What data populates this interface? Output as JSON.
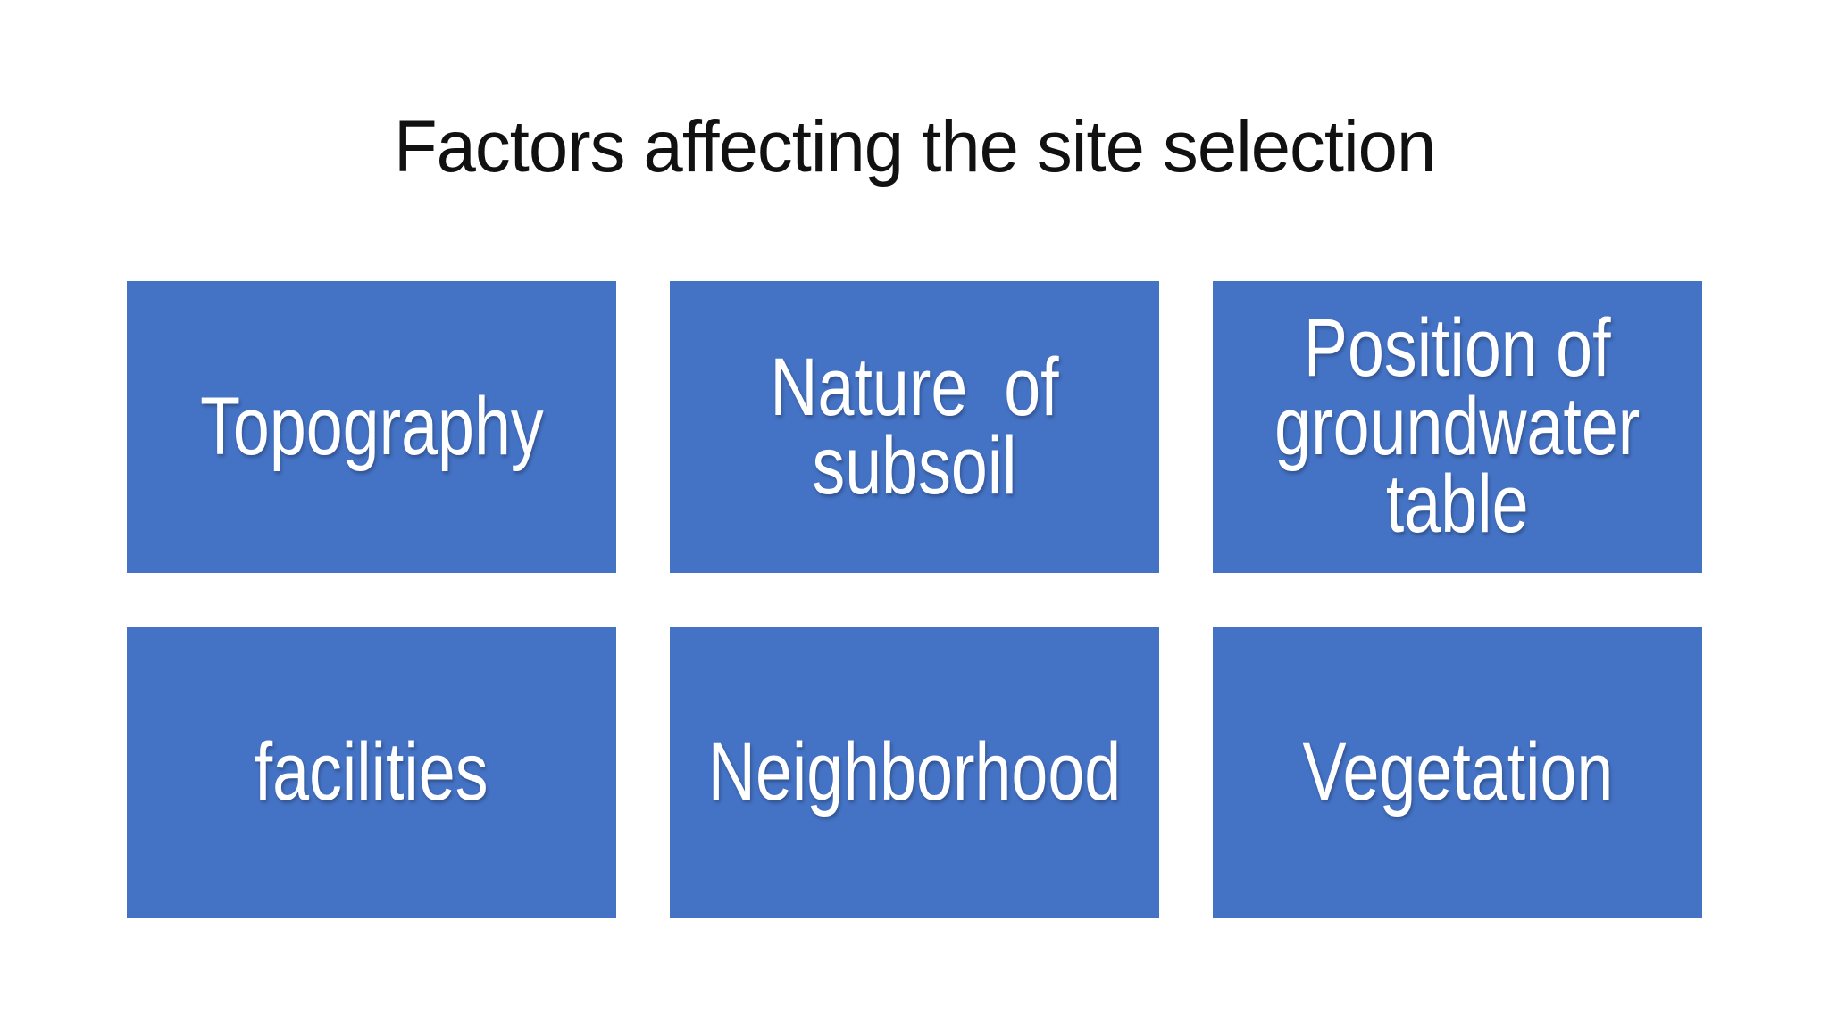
{
  "slide": {
    "title": "Factors affecting the site selection",
    "boxes": [
      {
        "label": "Topography"
      },
      {
        "label": "Nature  of\nsubsoil"
      },
      {
        "label": "Position of\ngroundwater\ntable"
      },
      {
        "label": "facilities"
      },
      {
        "label": "Neighborhood"
      },
      {
        "label": "Vegetation"
      }
    ],
    "colors": {
      "background": "#FFFFFF",
      "box_fill": "#4472C4",
      "box_text": "#FFFFFF",
      "title_text": "#111111"
    }
  }
}
